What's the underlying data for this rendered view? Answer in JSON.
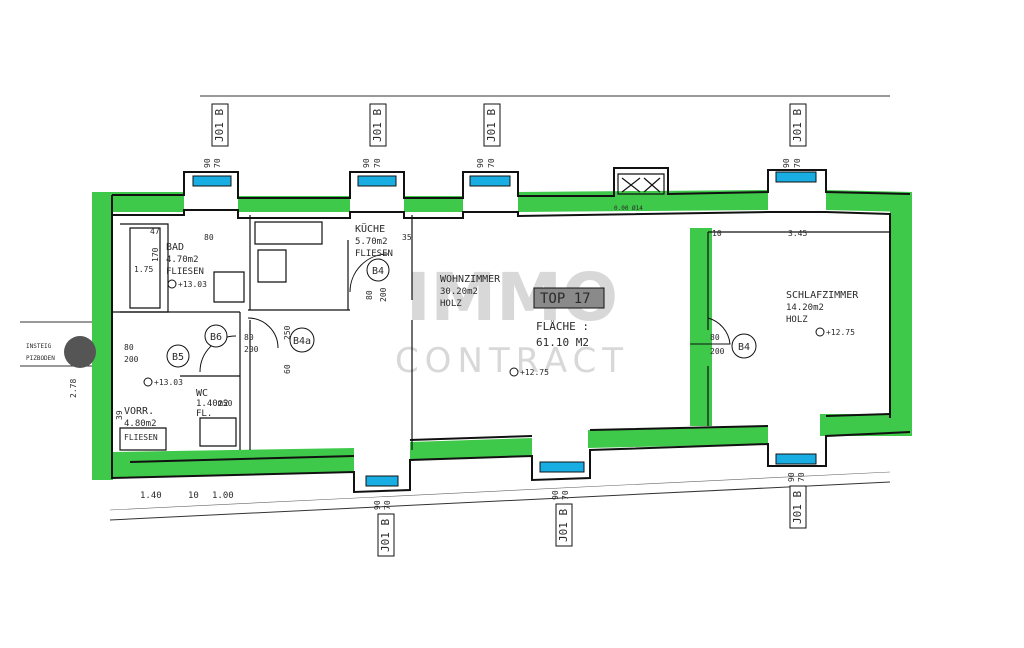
{
  "watermark": {
    "line1": "IMMO",
    "line2": "CONTRACT"
  },
  "unit": {
    "label": "TOP 17",
    "area_label": "FLÄCHE :",
    "area_value": "61.10 M2"
  },
  "rooms": {
    "bad": {
      "name": "BAD",
      "area": "4.70m2",
      "floor": "FLIESEN"
    },
    "kueche": {
      "name": "KÜCHE",
      "area": "5.70m2",
      "floor": "FLIESEN"
    },
    "wohn": {
      "name": "WOHNZIMMER",
      "area": "30.20m2",
      "floor": "HOLZ"
    },
    "schlaf": {
      "name": "SCHLAFZIMMER",
      "area": "14.20m2",
      "floor": "HOLZ"
    },
    "vorr": {
      "name": "VORR.",
      "area": "4.80m2",
      "floor": "FLIESEN"
    },
    "wc": {
      "name": "WC",
      "area": "1.40m2",
      "floor": "FL."
    }
  },
  "windows": {
    "code": "J01 B",
    "dims_w": "90",
    "dims_h": "70"
  },
  "door_tags": {
    "b4": "B4",
    "b5": "B5",
    "b6": "B6",
    "b4a": "B4a"
  },
  "dims": {
    "bath_w": "80",
    "bath_h": "170",
    "bath_len": "1.75",
    "door_80": "80",
    "door_200": "200",
    "door_250": "250",
    "door_60": "60",
    "door_35": "35",
    "small_10": "10",
    "schlaf_w": "3.45",
    "wc_250": "250",
    "wc_dim": "1.40",
    "ent_78": "2.78",
    "bottom_140": "1.40",
    "bottom_10": "10",
    "bottom_100": "1.00",
    "misc_47": "47",
    "misc_39": "39"
  },
  "levels": {
    "plus_1303": "+13.03",
    "plus_1275": "+12.75"
  },
  "vent": {
    "label": "0.00 Ø14"
  },
  "entry": {
    "label1": "INSTEIG",
    "label2": "PIZBODEN"
  }
}
